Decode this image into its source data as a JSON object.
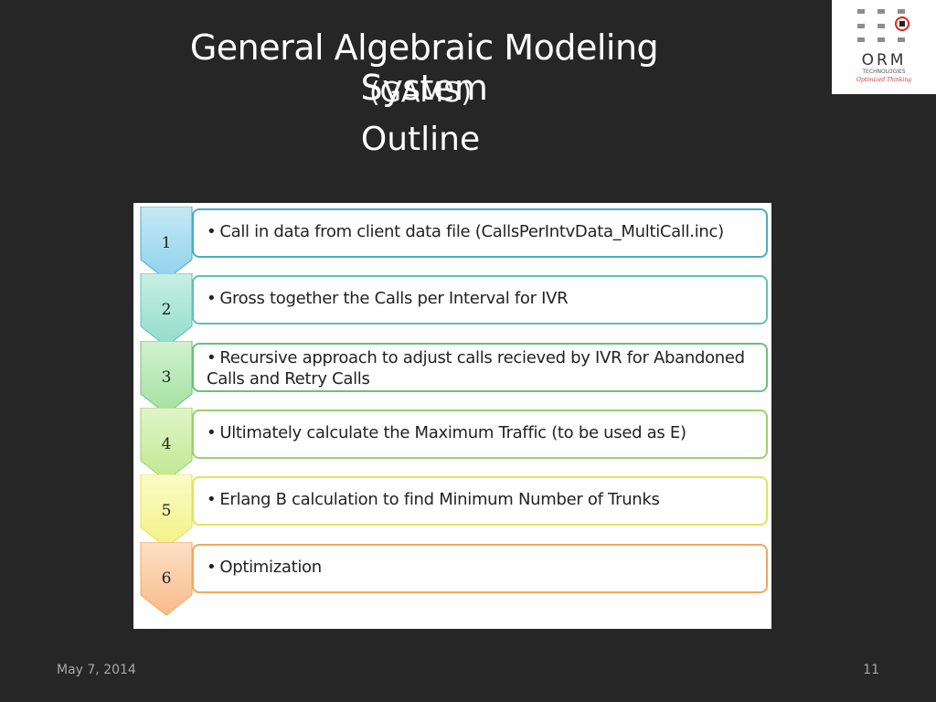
{
  "title": {
    "line1": "General Algebraic Modeling System",
    "line2": "(GAMS)",
    "line3": "Outline"
  },
  "logo": {
    "name": "ORM",
    "sub": "TECHNOLOGIES",
    "tagline": "Optimized Thinking",
    "ring_color": "#e2231a"
  },
  "steps": [
    {
      "number": "1",
      "text": "Call in data from client data file (CallsPerIntvData_MultiCall.inc)",
      "color": "#4bacc6",
      "fill_top": "#c6e9f5",
      "fill_bottom": "#8dd2ec"
    },
    {
      "number": "2",
      "text": "Gross together the Calls per Interval for IVR",
      "color": "#60c0b7",
      "fill_top": "#c8efe6",
      "fill_bottom": "#92dcc9"
    },
    {
      "number": "3",
      "text": "Recursive approach to adjust calls recieved by IVR for Abandoned Calls and Retry Calls",
      "color": "#6cc07a",
      "fill_top": "#d2f2cf",
      "fill_bottom": "#a2e1a0"
    },
    {
      "number": "4",
      "text": "Ultimately calculate the Maximum Traffic (to be used as E)",
      "color": "#9bd16a",
      "fill_top": "#e1f5c8",
      "fill_bottom": "#bfe88f"
    },
    {
      "number": "5",
      "text": "Erlang B calculation to find Minimum Number of Trunks",
      "color": "#e3e35a",
      "fill_top": "#fbfbc9",
      "fill_bottom": "#f2f283"
    },
    {
      "number": "6",
      "text": "Optimization",
      "color": "#f0a860",
      "fill_top": "#fde0c6",
      "fill_bottom": "#f9bb8a"
    }
  ],
  "footer": {
    "date": "May 7, 2014",
    "page": "11"
  }
}
